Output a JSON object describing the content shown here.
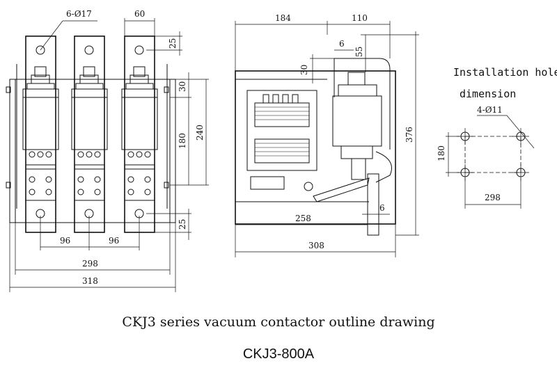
{
  "front_view": {
    "dim_holes": "6-Ø17",
    "dim_width_top": "60",
    "dim_25_top": "25",
    "dim_30": "30",
    "dim_180": "180",
    "dim_240": "240",
    "dim_25_bottom": "25",
    "dim_96_left": "96",
    "dim_96_right": "96",
    "dim_298": "298",
    "dim_318": "318"
  },
  "side_view": {
    "dim_184": "184",
    "dim_110": "110",
    "dim_6_top": "6",
    "dim_55": "55",
    "dim_30": "30",
    "dim_376": "376",
    "dim_258": "258",
    "dim_6_bottom": "6",
    "dim_308": "308"
  },
  "install_view": {
    "title_line1": "Installation hole",
    "title_line2": "dimension",
    "dim_holes": "4-Ø11",
    "dim_180": "180",
    "dim_298": "298"
  },
  "captions": {
    "main": "CKJ3 series vacuum contactor outline drawing",
    "model": "CKJ3-800A"
  }
}
